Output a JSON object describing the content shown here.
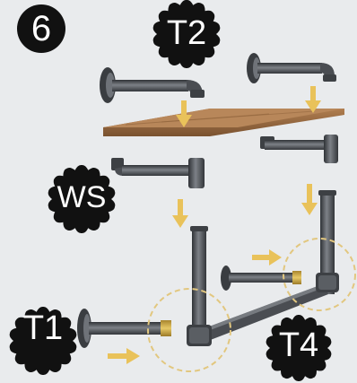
{
  "step": {
    "number": "6"
  },
  "badges": {
    "t2": "T2",
    "ws": "WS",
    "t1": "T1",
    "t4": "T4"
  },
  "colors": {
    "background": "#e9ebed",
    "pipe": "#4a4d52",
    "pipe_highlight": "#8a8e94",
    "wood": "#9a6a40",
    "wood_dark": "#6e4a2a",
    "arrow": "#e9c25a",
    "dashed_circle": "#e2c77f",
    "badge": "#111111",
    "brass_tip": "#c9a441"
  }
}
